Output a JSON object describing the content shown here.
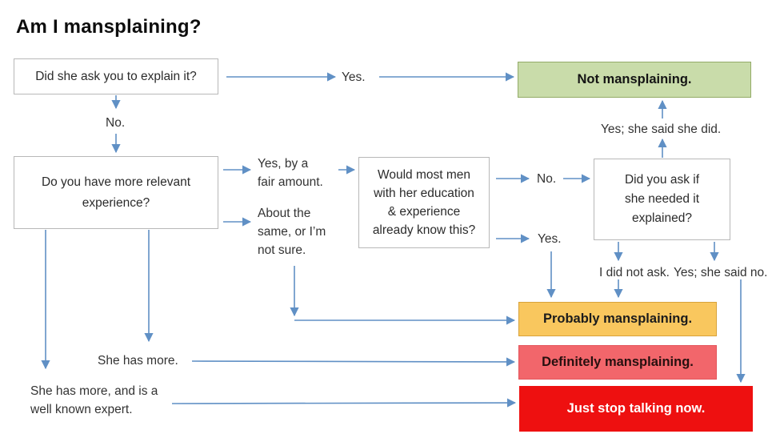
{
  "title": "Am I mansplaining?",
  "colors": {
    "arrow": "#6090c5",
    "box_border": "#b8b8b8",
    "text": "#2b2b2b",
    "green_fill": "#c9dcaa",
    "green_border": "#93ab68",
    "orange_fill": "#f9c75e",
    "orange_border": "#d8a33b",
    "pink_fill": "#f2666b",
    "pink_border": "#e4555c",
    "red_fill": "#ee1010"
  },
  "flowchart": {
    "questions": {
      "q1": "Did she ask you to explain it?",
      "q2": "Do you have more relevant\nexperience?",
      "q3": "Would most men\nwith her education\n& experience\nalready know this?",
      "q4": "Did you ask if\nshe needed it\nexplained?"
    },
    "outcomes": {
      "not_mansplaining": "Not mansplaining.",
      "probably": "Probably mansplaining.",
      "definitely": "Definitely mansplaining.",
      "stop": "Just stop talking now."
    },
    "edge_labels": {
      "yes_top": "Yes.",
      "no_top": "No.",
      "yes_by_fair": "Yes, by a\nfair amount.",
      "about_same": "About the\nsame, or I’m\nnot sure.",
      "no_mid": "No.",
      "yes_mid": "Yes.",
      "yes_she_said_she_did": "Yes; she said she did.",
      "i_did_not_ask": "I did not ask.",
      "yes_she_said_no": "Yes; she said no.",
      "she_has_more": "She has more.",
      "she_has_more_expert": "She has more, and is a\nwell known expert."
    }
  }
}
